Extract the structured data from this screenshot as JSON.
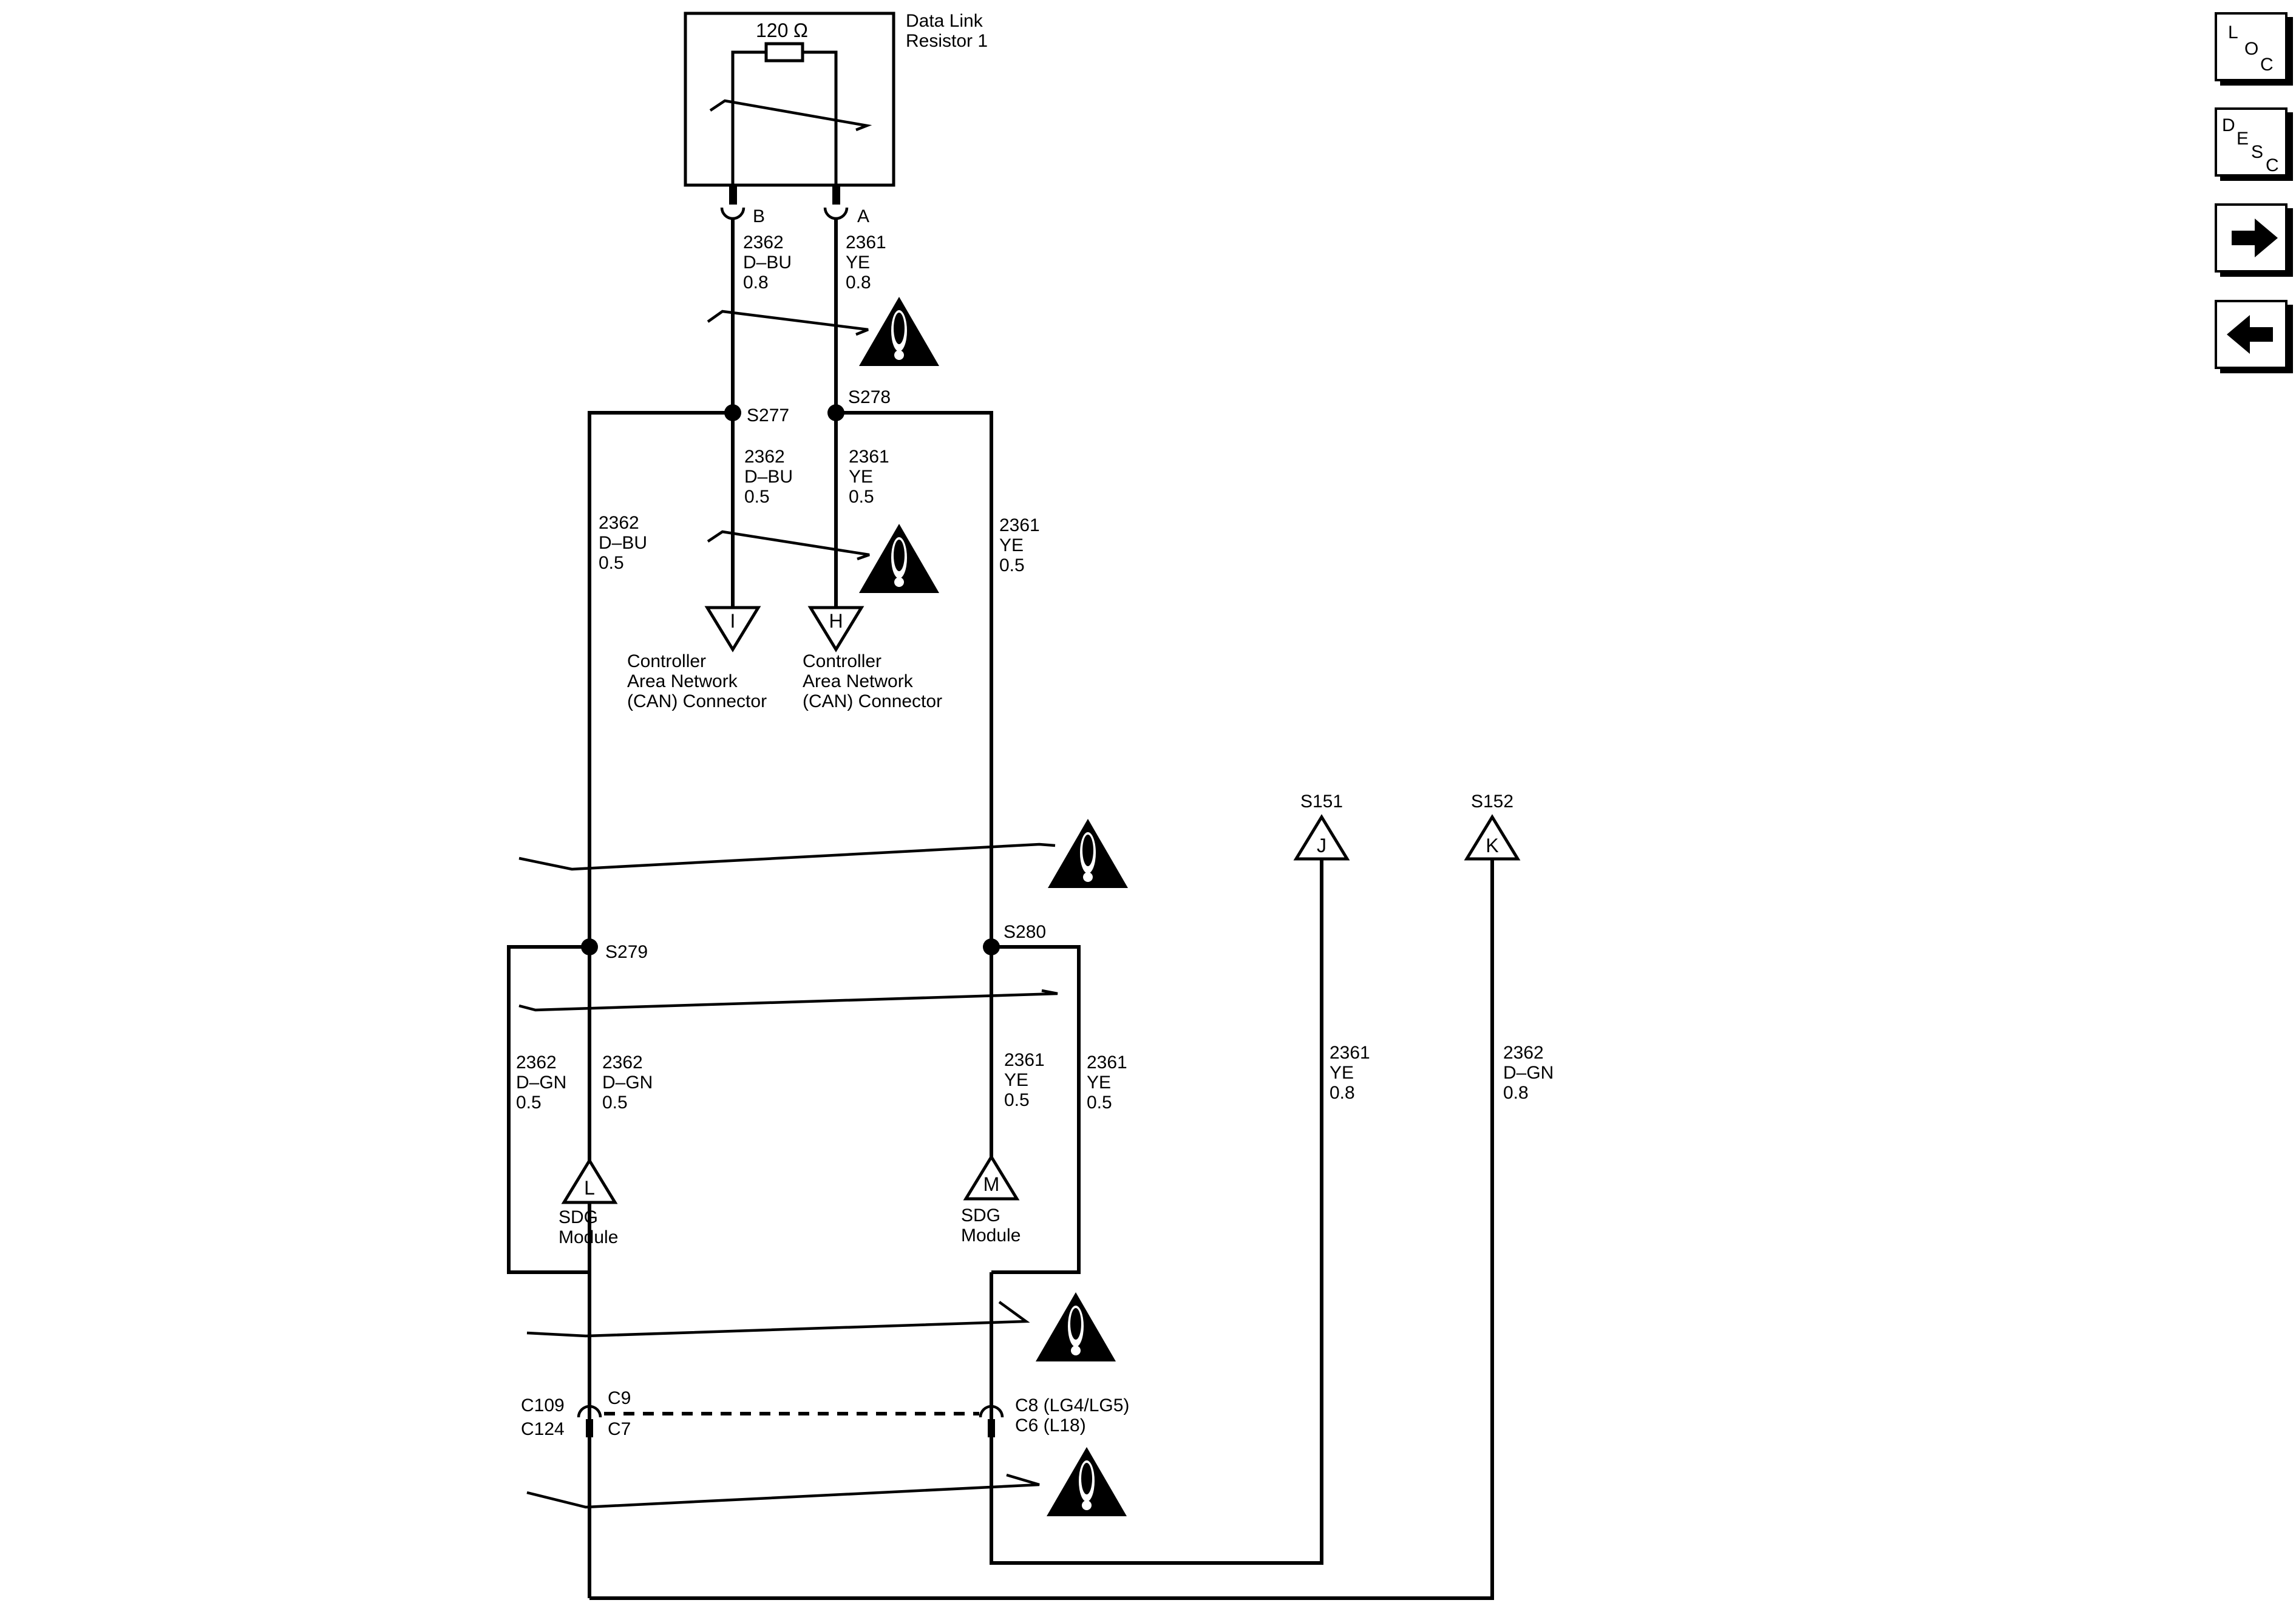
{
  "resistor": {
    "value": "120",
    "ohm": "Ω",
    "name_line1": "Data Link",
    "name_line2": "Resistor 1"
  },
  "terminals": {
    "b": "B",
    "a": "A"
  },
  "wires": {
    "top_dbu": [
      "2362",
      "D–BU",
      "0.8"
    ],
    "top_ye": [
      "2361",
      "YE",
      "0.8"
    ],
    "mid_dbu": [
      "2362",
      "D–BU",
      "0.5"
    ],
    "mid_ye": [
      "2361",
      "YE",
      "0.5"
    ],
    "left_dbu": [
      "2362",
      "D–BU",
      "0.5"
    ],
    "right_ye": [
      "2361",
      "YE",
      "0.5"
    ],
    "far_left_dgn": [
      "2362",
      "D–GN",
      "0.5"
    ],
    "left_dgn": [
      "2362",
      "D–GN",
      "0.5"
    ],
    "right_ye2": [
      "2361",
      "YE",
      "0.5"
    ],
    "far_right_ye": [
      "2361",
      "YE",
      "0.5"
    ],
    "j_ye": [
      "2361",
      "YE",
      "0.8"
    ],
    "k_dgn": [
      "2362",
      "D–GN",
      "0.8"
    ]
  },
  "splices": {
    "s277": "S277",
    "s278": "S278",
    "s279": "S279",
    "s280": "S280",
    "s151": "S151",
    "s152": "S152"
  },
  "arrows": {
    "i": "I",
    "h": "H",
    "j": "J",
    "k": "K",
    "l": "L",
    "m": "M"
  },
  "can_connector": [
    "Controller",
    "Area Network",
    "(CAN) Connector"
  ],
  "sdg_module": [
    "SDG",
    "Module"
  ],
  "connectors": {
    "c109": "C109",
    "c124": "C124",
    "c9": "C9",
    "c7": "C7",
    "c8": "C8 (LG4/LG5)",
    "c6": "C6 (L18)"
  },
  "nav": {
    "loc": [
      "L",
      "O",
      "C"
    ],
    "desc": [
      "D",
      "E",
      "S",
      "C"
    ]
  },
  "icons": {
    "warning": "warning-triangle-icon",
    "forward": "arrow-right-icon",
    "back": "arrow-left-icon"
  }
}
